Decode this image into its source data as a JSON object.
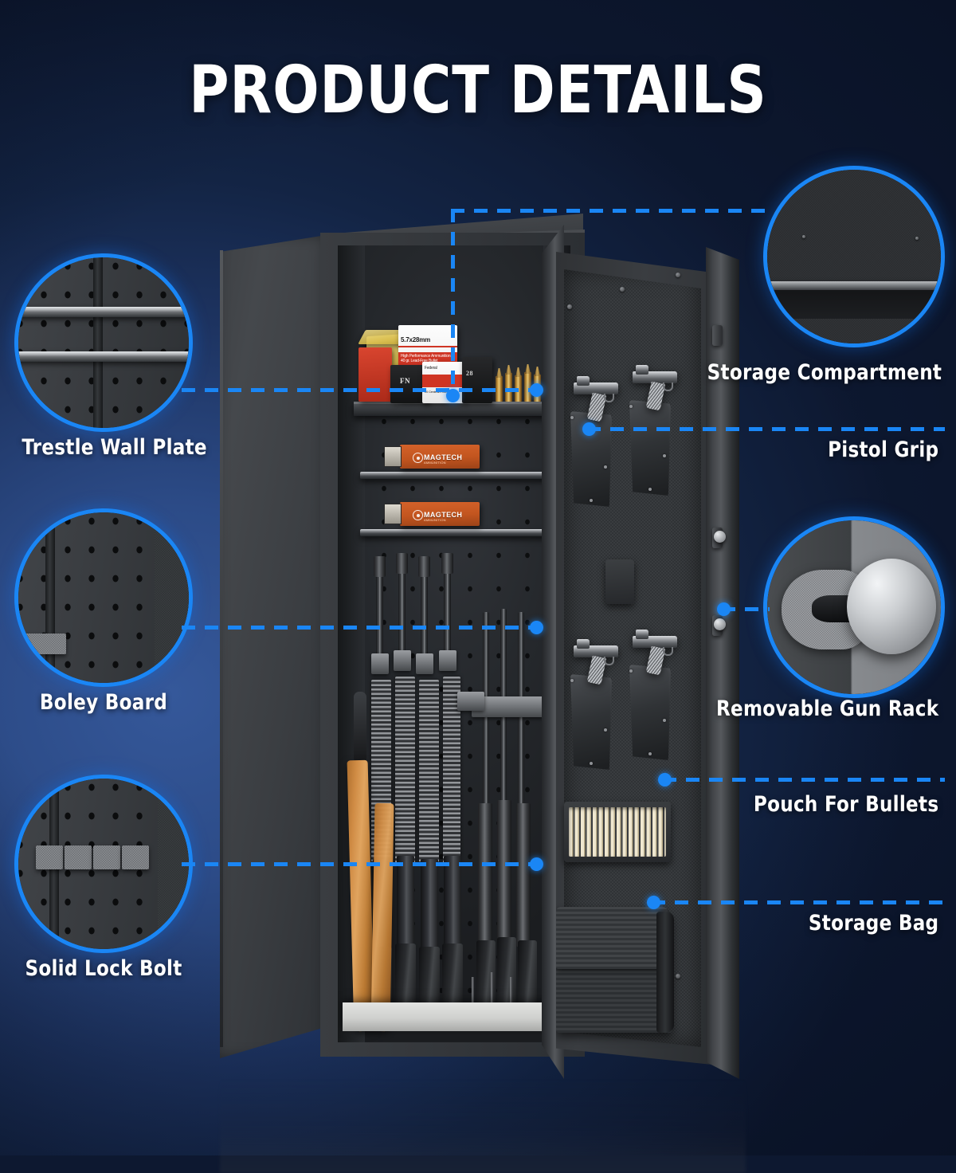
{
  "page": {
    "title": "PRODUCT DETAILS",
    "accent_color": "#1a86f5",
    "background_colors": [
      "#0d1830",
      "#2c4b87",
      "#35589a"
    ]
  },
  "callouts": {
    "left": [
      {
        "label": "Trestle Wall Plate",
        "detail": "trestle-shelf-rails-on-pegboard"
      },
      {
        "label": "Boley Board",
        "detail": "perforated-pegboard-wall"
      },
      {
        "label": "Solid Lock Bolt",
        "detail": "row-of-chrome-locking-bolts"
      }
    ],
    "right": [
      {
        "label": "Storage Compartment",
        "detail": "upper-shelf-compartment"
      },
      {
        "label": "Pistol Grip",
        "detail": "pistol-holster-on-door"
      },
      {
        "label": "Removable Gun Rack",
        "detail": "chrome-rack-mounting-knob"
      },
      {
        "label": "Pouch For Bullets",
        "detail": "elastic-bullet-loop-pouch"
      },
      {
        "label": "Storage Bag",
        "detail": "ribbed-door-storage-bag"
      }
    ]
  },
  "product": {
    "name": "gun-safe",
    "ammo_boxes": [
      {
        "brand": "",
        "caliber": "5.7x28mm",
        "color": "white-red"
      },
      {
        "brand": "FN",
        "caliber": "",
        "color": "black"
      },
      {
        "brand": "MAGTECH",
        "caliber": "",
        "color": "orange"
      },
      {
        "brand": "MAGTECH",
        "caliber": "",
        "color": "orange"
      }
    ],
    "door_items": {
      "pistol_holsters": 4,
      "bullet_pouch": 1,
      "storage_bag": 1
    }
  }
}
